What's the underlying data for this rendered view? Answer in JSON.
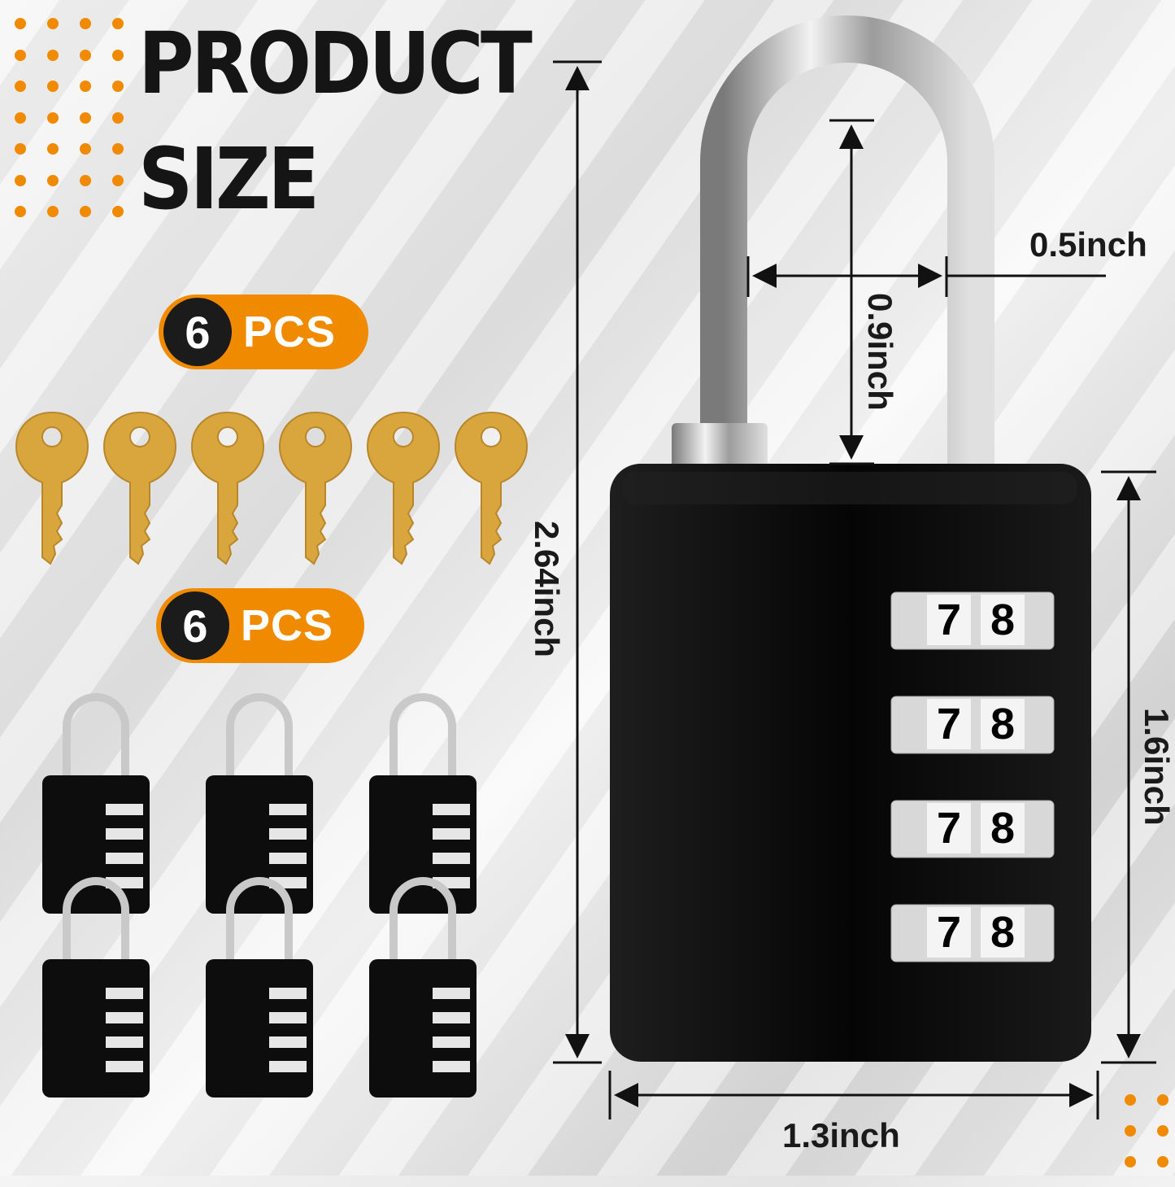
{
  "title": {
    "line1": "PRODUCT",
    "line2": "SIZE"
  },
  "badges": [
    {
      "number": "6",
      "label": "PCS"
    },
    {
      "number": "6",
      "label": "PCS"
    }
  ],
  "dimensions": {
    "shackle_width": "0.5inch",
    "shackle_clearance": "0.9inch",
    "total_height": "2.64inch",
    "body_height": "1.6inch",
    "body_width": "1.3inch"
  },
  "dials": [
    "7",
    "8"
  ],
  "colors": {
    "accent": "#f08a00",
    "lock_body": "#0d0d0d",
    "key_gold": "#d9a63e",
    "text_dark": "#151515"
  },
  "icons": {
    "key": "key-icon",
    "lock": "padlock-icon"
  }
}
